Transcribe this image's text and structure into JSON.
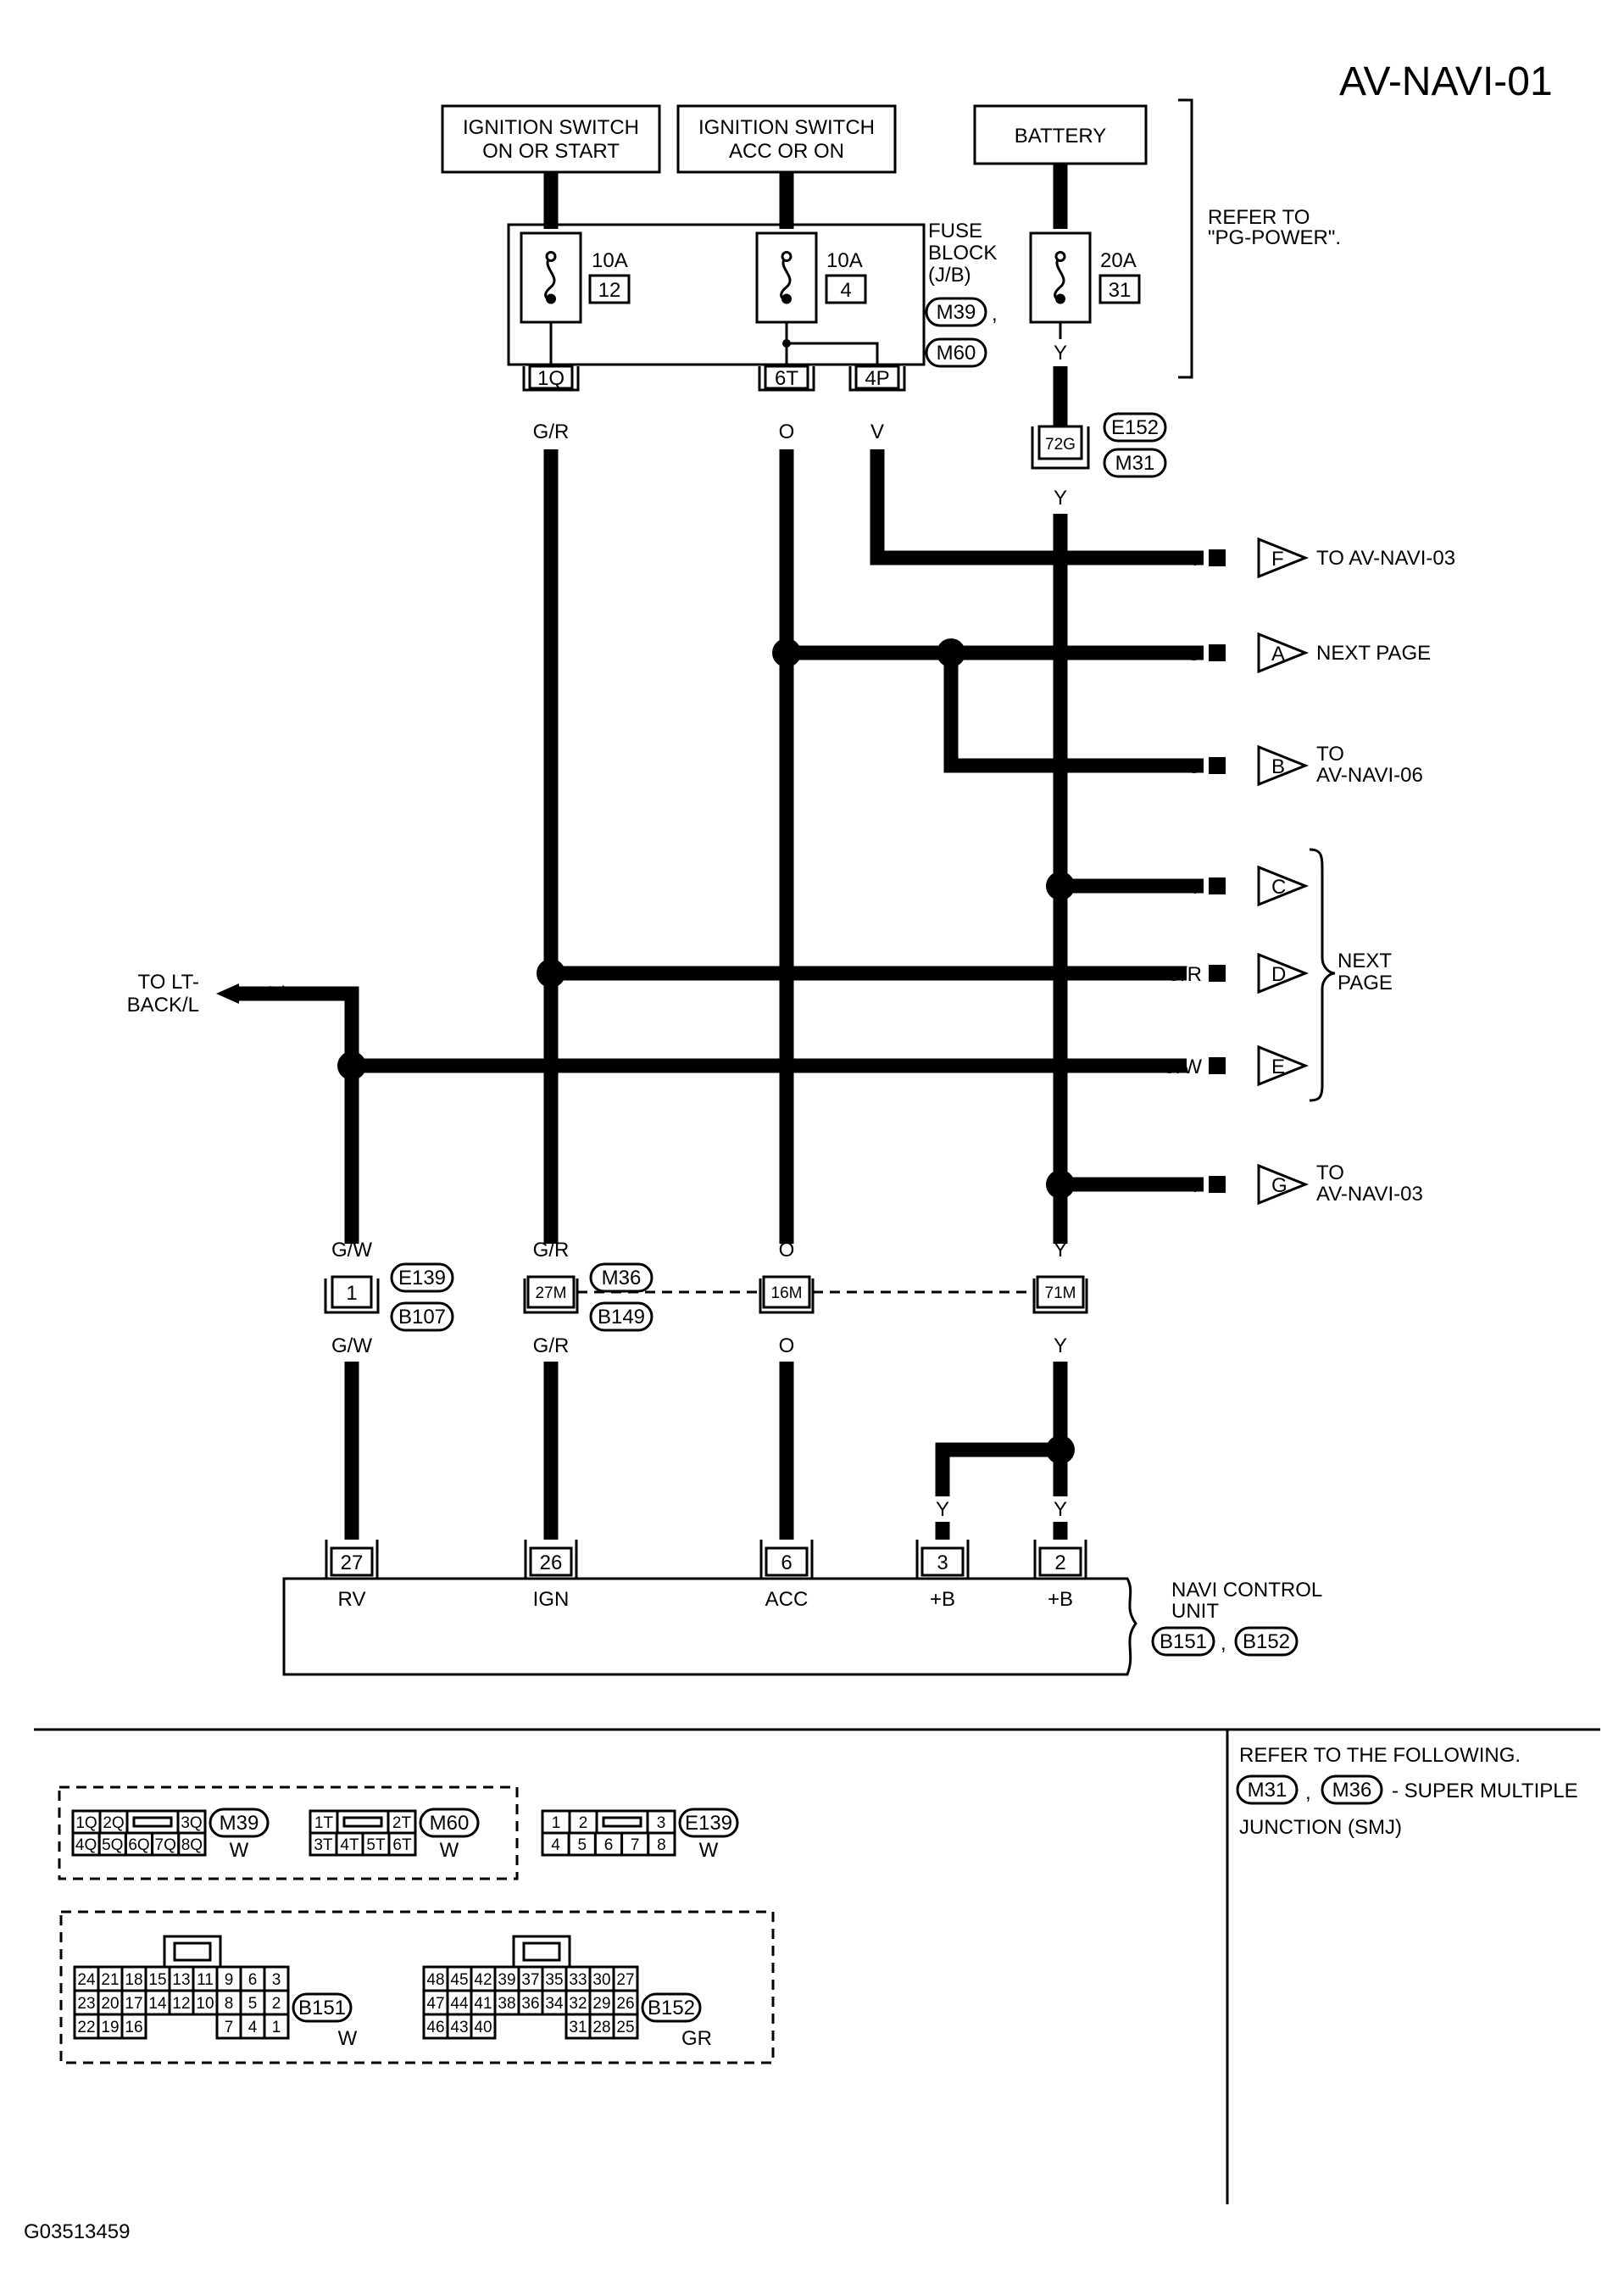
{
  "title": "AV-NAVI-01",
  "figure_id": "G03513459",
  "sources": {
    "ign_on_start": [
      "IGNITION SWITCH",
      "ON OR START"
    ],
    "ign_acc_on": [
      "IGNITION SWITCH",
      "ACC OR ON"
    ],
    "battery": "BATTERY"
  },
  "fuses": {
    "f1_amp": "10A",
    "f1_num": "12",
    "f2_amp": "10A",
    "f2_num": "4",
    "f3_amp": "20A",
    "f3_num": "31"
  },
  "fuse_block": {
    "lines": [
      "FUSE",
      "BLOCK",
      "(J/B)"
    ],
    "conn1": "M39",
    "conn2": "M60",
    "sep": ","
  },
  "refer_pg": [
    "REFER TO",
    "\"PG-POWER\"."
  ],
  "terminals": {
    "t1q": "1Q",
    "t6t": "6T",
    "t4p": "4P",
    "t72g": "72G"
  },
  "connectors": {
    "e152": "E152",
    "m31": "M31",
    "e139": "E139",
    "b107": "B107",
    "m36": "M36",
    "b149": "B149",
    "b151": "B151",
    "b152": "B152"
  },
  "pins": {
    "p1": "1",
    "p27m": "27M",
    "p16m": "16M",
    "p71m": "71M",
    "u27": "27",
    "u26": "26",
    "u6": "6",
    "u3": "3",
    "u2": "2"
  },
  "wire_colors": {
    "gr": "G/R",
    "o": "O",
    "v": "V",
    "y": "Y",
    "gw": "G/W"
  },
  "offpage": {
    "F": {
      "letter": "F",
      "color": "V",
      "text": [
        "TO AV-NAVI-03"
      ]
    },
    "A": {
      "letter": "A",
      "color": "O",
      "text": [
        "NEXT PAGE"
      ]
    },
    "B": {
      "letter": "B",
      "color": "O",
      "text": [
        "TO",
        "AV-NAVI-06"
      ]
    },
    "C": {
      "letter": "C",
      "color": "Y"
    },
    "D": {
      "letter": "D",
      "color": "G/R"
    },
    "E": {
      "letter": "E",
      "color": "G/W"
    },
    "G": {
      "letter": "G",
      "color": "Y",
      "text": [
        "TO",
        "AV-NAVI-03"
      ]
    },
    "cde_text": [
      "NEXT",
      "PAGE"
    ]
  },
  "to_lt_back": {
    "lines": [
      "TO LT-",
      "BACK/L"
    ],
    "color": "G/W"
  },
  "navi_unit": {
    "lines": [
      "NAVI CONTROL",
      "UNIT"
    ],
    "labels": {
      "rv": "RV",
      "ign": "IGN",
      "acc": "ACC",
      "b1": "+B",
      "b2": "+B"
    },
    "conn_sep": ","
  },
  "refer_following": {
    "line1": "REFER TO THE FOLLOWING.",
    "conn1": "M31",
    "sep": ",",
    "conn2": "M36",
    "line2_text": "- SUPER MULTIPLE",
    "line3": "JUNCTION (SMJ)"
  },
  "connector_views": {
    "m39": {
      "name": "M39",
      "color": "W",
      "row1": [
        "1Q",
        "2Q",
        "",
        "3Q"
      ],
      "row2": [
        "4Q",
        "5Q",
        "6Q",
        "7Q",
        "8Q"
      ]
    },
    "m60": {
      "name": "M60",
      "color": "W",
      "row1": [
        "1T",
        "",
        "2T"
      ],
      "row2": [
        "3T",
        "4T",
        "5T",
        "6T"
      ]
    },
    "e139": {
      "name": "E139",
      "color": "W",
      "row1": [
        "1",
        "2",
        "",
        "3"
      ],
      "row2": [
        "4",
        "5",
        "6",
        "7",
        "8"
      ]
    },
    "b151": {
      "name": "B151",
      "color": "W",
      "row1": [
        "24",
        "21",
        "18",
        "15",
        "13",
        "11",
        "9",
        "6",
        "3"
      ],
      "row2": [
        "23",
        "20",
        "17",
        "14",
        "12",
        "10",
        "8",
        "5",
        "2"
      ],
      "row3a": [
        "22",
        "19",
        "16"
      ],
      "row3b": [
        "7",
        "4",
        "1"
      ]
    },
    "b152": {
      "name": "B152",
      "color": "GR",
      "row1": [
        "48",
        "45",
        "42",
        "39",
        "37",
        "35",
        "33",
        "30",
        "27"
      ],
      "row2": [
        "47",
        "44",
        "41",
        "38",
        "36",
        "34",
        "32",
        "29",
        "26"
      ],
      "row3a": [
        "46",
        "43",
        "40"
      ],
      "row3b": [
        "31",
        "28",
        "25"
      ]
    }
  }
}
